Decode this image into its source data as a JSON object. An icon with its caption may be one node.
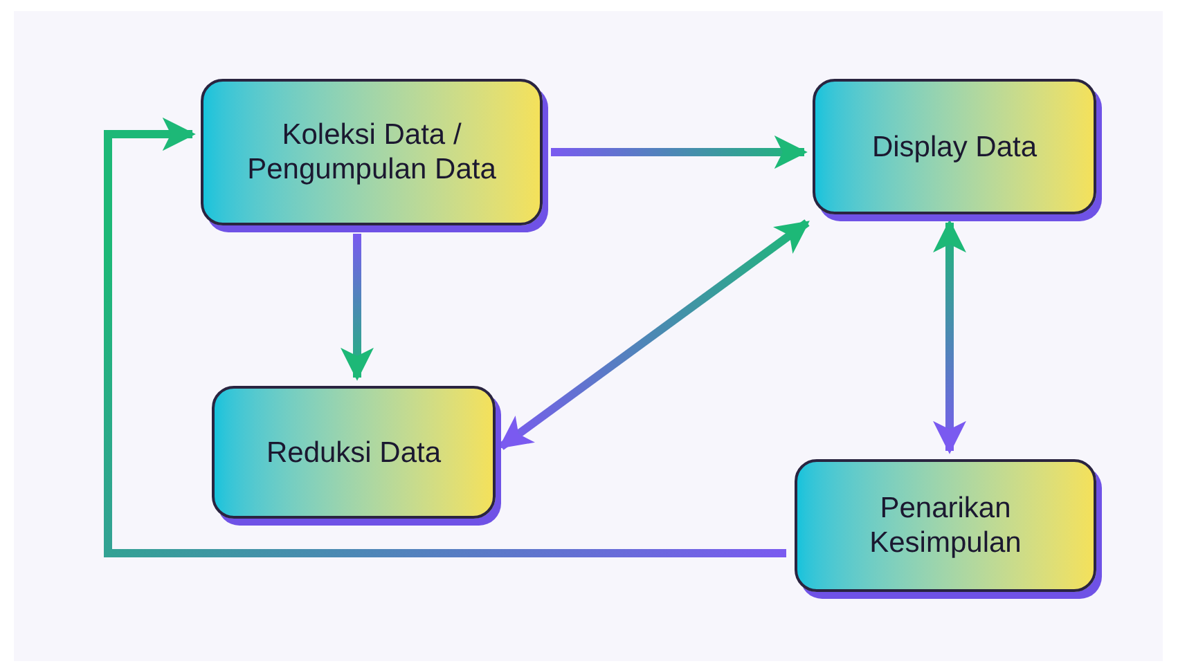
{
  "diagram": {
    "nodes": [
      {
        "text": [
          "Koleksi Data / Pengumpulan Data"
        ]
      },
      {
        "text": [
          "Display Data"
        ]
      },
      {
        "text": [
          "Reduksi Data"
        ]
      },
      {
        "text": [
          "Penarikan Kesimpulan"
        ]
      }
    ],
    "edges": [
      {
        "from": 0,
        "to": 1,
        "arrow": "to"
      },
      {
        "from": 0,
        "to": 2,
        "arrow": "to"
      },
      {
        "from": 2,
        "to": 1,
        "arrow": "both"
      },
      {
        "from": 3,
        "to": 1,
        "arrow": "both"
      },
      {
        "from": 3,
        "to": 0,
        "arrow": "to"
      }
    ]
  }
}
